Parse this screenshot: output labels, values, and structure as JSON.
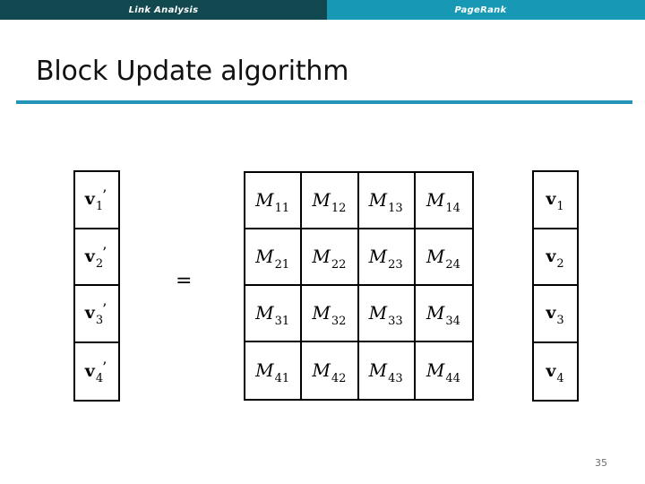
{
  "header": {
    "left_label": "Link Analysis",
    "right_label": "PageRank",
    "left_color": "#124850",
    "right_color": "#1799b5"
  },
  "slide": {
    "title": "Block Update algorithm",
    "rule_color": "#2494b8",
    "background": "#ffffff",
    "page_number": "35"
  },
  "equation": {
    "operator": "=",
    "output_vector": {
      "name": "v-prime-vector",
      "cells": [
        {
          "symbol": "v",
          "subscript": "1",
          "prime": "’"
        },
        {
          "symbol": "v",
          "subscript": "2",
          "prime": "’"
        },
        {
          "symbol": "v",
          "subscript": "3",
          "prime": "’"
        },
        {
          "symbol": "v",
          "subscript": "4",
          "prime": "’"
        }
      ]
    },
    "matrix": {
      "name": "M",
      "rows": 4,
      "cols": 4,
      "cells": [
        {
          "symbol": "M",
          "subscript": "11"
        },
        {
          "symbol": "M",
          "subscript": "12"
        },
        {
          "symbol": "M",
          "subscript": "13"
        },
        {
          "symbol": "M",
          "subscript": "14"
        },
        {
          "symbol": "M",
          "subscript": "21"
        },
        {
          "symbol": "M",
          "subscript": "22"
        },
        {
          "symbol": "M",
          "subscript": "23"
        },
        {
          "symbol": "M",
          "subscript": "24"
        },
        {
          "symbol": "M",
          "subscript": "31"
        },
        {
          "symbol": "M",
          "subscript": "32"
        },
        {
          "symbol": "M",
          "subscript": "33"
        },
        {
          "symbol": "M",
          "subscript": "34"
        },
        {
          "symbol": "M",
          "subscript": "41"
        },
        {
          "symbol": "M",
          "subscript": "42"
        },
        {
          "symbol": "M",
          "subscript": "43"
        },
        {
          "symbol": "M",
          "subscript": "44"
        }
      ]
    },
    "input_vector": {
      "name": "v-vector",
      "cells": [
        {
          "symbol": "v",
          "subscript": "1",
          "prime": ""
        },
        {
          "symbol": "v",
          "subscript": "2",
          "prime": ""
        },
        {
          "symbol": "v",
          "subscript": "3",
          "prime": ""
        },
        {
          "symbol": "v",
          "subscript": "4",
          "prime": ""
        }
      ]
    }
  }
}
